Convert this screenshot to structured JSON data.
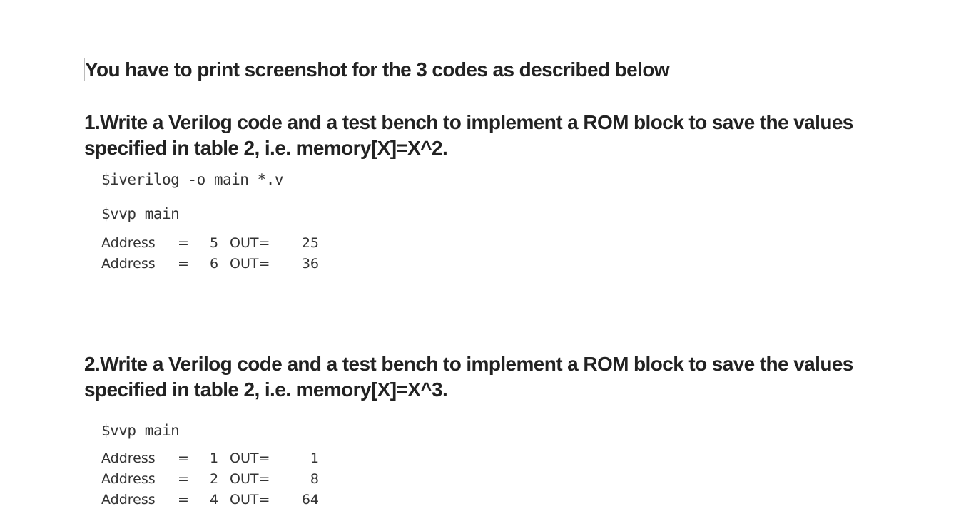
{
  "intro": "You have to print screenshot for the 3 codes as described below",
  "task1": {
    "line1": "1.Write a Verilog code and a test bench  to implement a ROM block to save the values",
    "line2": "specified in table 2, i.e. memory[X]=X^2.",
    "commands": [
      "$iverilog -o main *.v",
      "$vvp main"
    ],
    "output": [
      {
        "label": "Address",
        "eq": "=",
        "address": "5",
        "out_label": "OUT=",
        "value": "25"
      },
      {
        "label": "Address",
        "eq": "=",
        "address": "6",
        "out_label": "OUT=",
        "value": "36"
      }
    ]
  },
  "task2": {
    "line1": "2.Write a Verilog code and a test bench  to implement a ROM block to save the values",
    "line2": "specified in table 2, i.e. memory[X]=X^3.",
    "commands": [
      "$vvp main"
    ],
    "output": [
      {
        "label": "Address",
        "eq": "=",
        "address": "1",
        "out_label": "OUT=",
        "value": "1"
      },
      {
        "label": "Address",
        "eq": "=",
        "address": "2",
        "out_label": "OUT=",
        "value": "8"
      },
      {
        "label": "Address",
        "eq": "=",
        "address": "4",
        "out_label": "OUT=",
        "value": "64"
      }
    ]
  }
}
